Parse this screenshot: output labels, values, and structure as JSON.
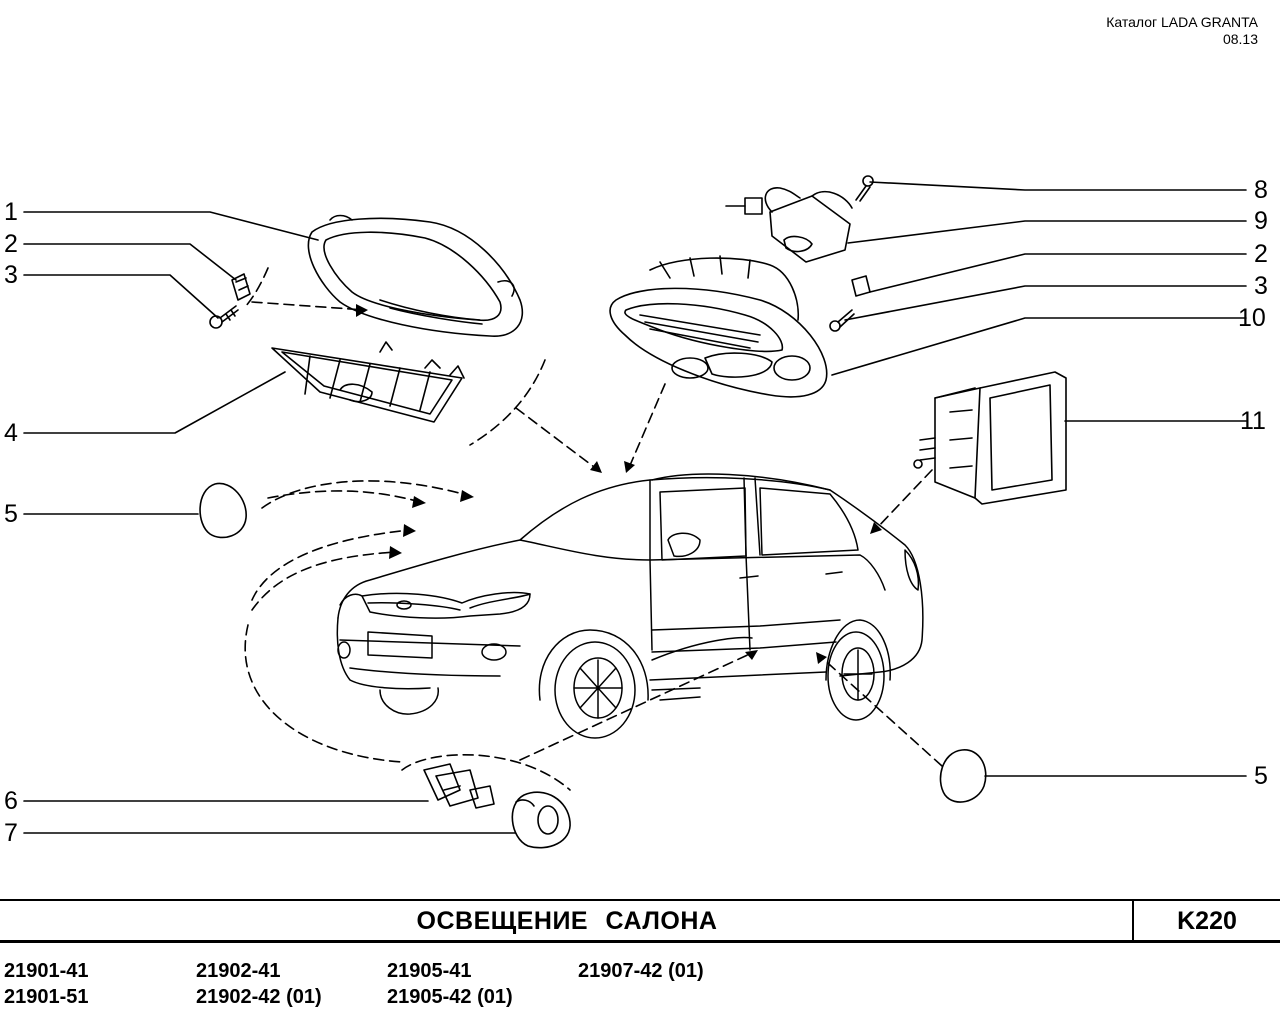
{
  "header": {
    "catalog": "Каталог  LADA  GRANTA",
    "date": "08.13"
  },
  "callouts_left": [
    "1",
    "2",
    "3",
    "4",
    "5",
    "6",
    "7"
  ],
  "callouts_right": [
    "8",
    "9",
    "2",
    "3",
    "10",
    "11",
    "5"
  ],
  "title": "ОСВЕЩЕНИЕ   САЛОНА",
  "code": "K220",
  "models": [
    "21901-41",
    "21901-51",
    "21902-41",
    "21902-42 (01)",
    "21905-41",
    "21905-42 (01)",
    "21907-42 (01)"
  ]
}
